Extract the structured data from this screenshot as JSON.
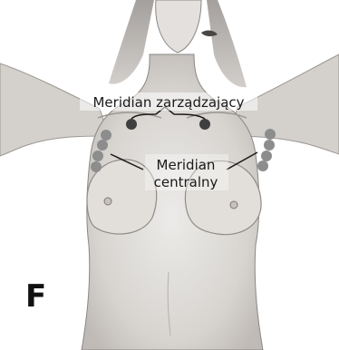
{
  "panel_letter": "F",
  "labels": {
    "governing": "Meridian zarządzający",
    "central_line1": "Meridian",
    "central_line2": "centralny"
  },
  "colors": {
    "governing_point": "#3f3f3f",
    "central_point": "#8d8d8d",
    "leader_line": "#1a1a1a",
    "skin": "#d9d6d3",
    "sketch": "#8a8784"
  }
}
